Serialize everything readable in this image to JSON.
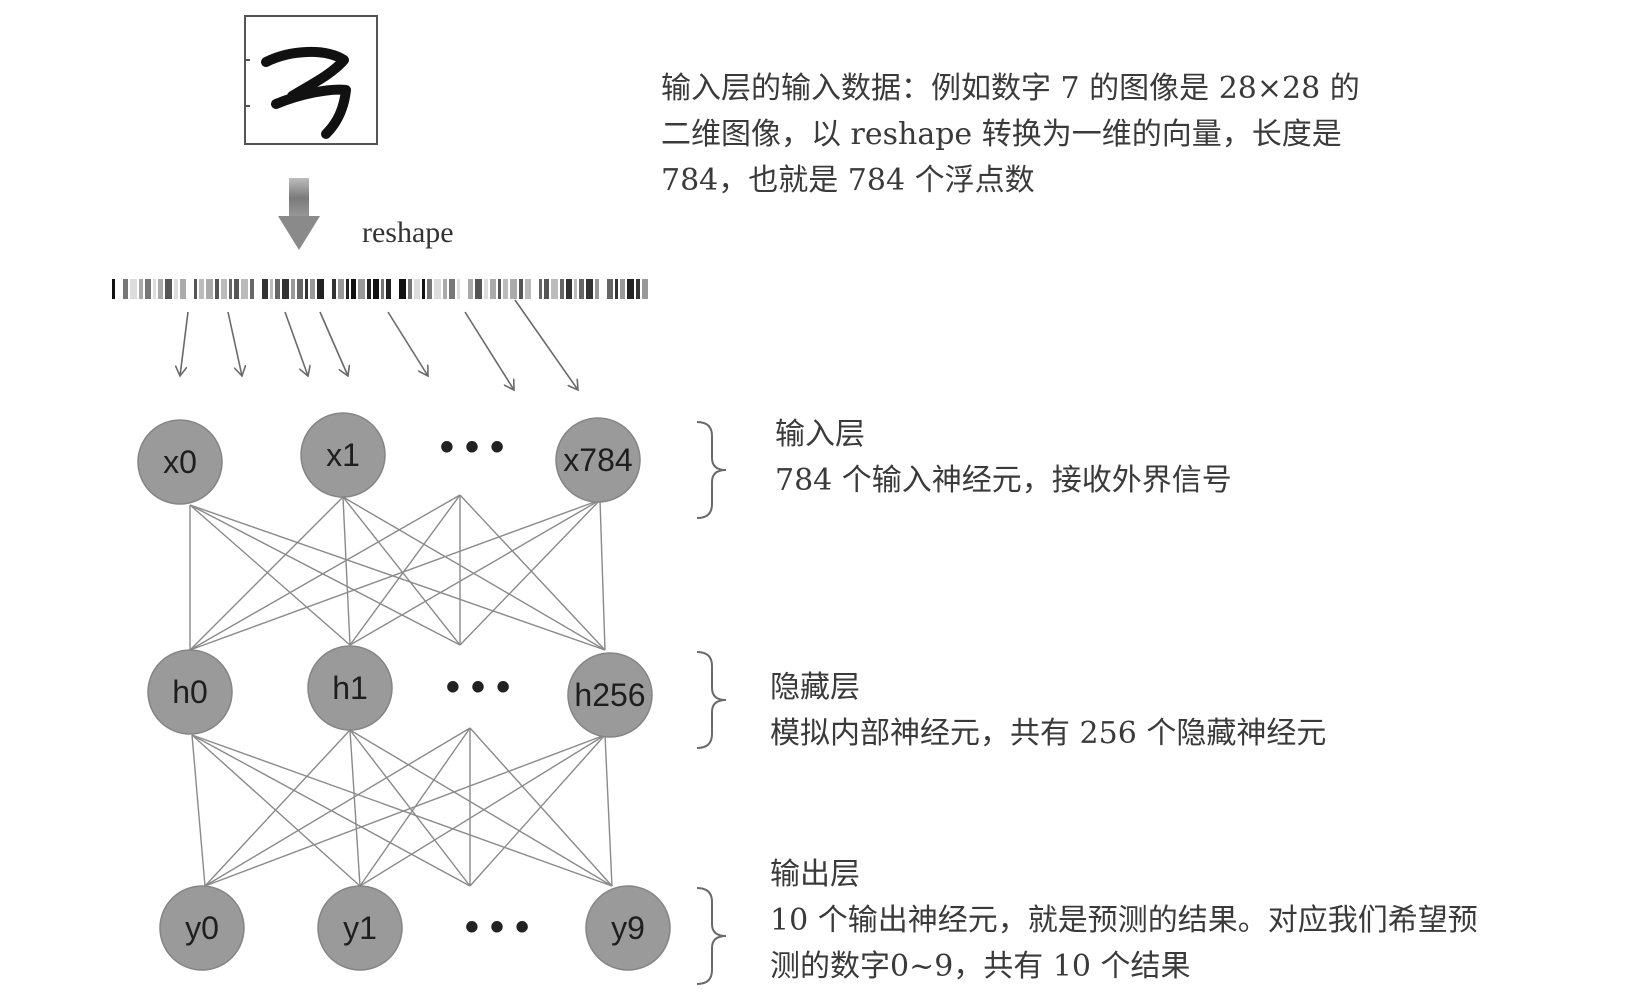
{
  "input_description": [
    "输入层的输入数据：例如数字 7 的图像是 28×28 的",
    "二维图像，以 reshape 转换为一维的向量，长度是",
    "784，也就是 784 个浮点数"
  ],
  "reshape_label": "reshape",
  "layers": {
    "input": {
      "title": "输入层",
      "description": "784 个输入神经元，接收外界信号",
      "nodes": [
        "x0",
        "x1",
        "x784"
      ]
    },
    "hidden": {
      "title": "隐藏层",
      "description": "模拟内部神经元，共有 256 个隐藏神经元",
      "nodes": [
        "h0",
        "h1",
        "h256"
      ]
    },
    "output": {
      "title": "输出层",
      "description": [
        "10 个输出神经元，就是预测的结果。对应我们希望预",
        "测的数字0~9，共有 10 个结果"
      ],
      "nodes": [
        "y0",
        "y1",
        "y9"
      ]
    }
  },
  "ellipsis": "• • •",
  "colors": {
    "node_fill": "#9a9a9a",
    "node_stroke": "#858585",
    "line": "#8a8a8a",
    "text": "#3a3a3a"
  }
}
